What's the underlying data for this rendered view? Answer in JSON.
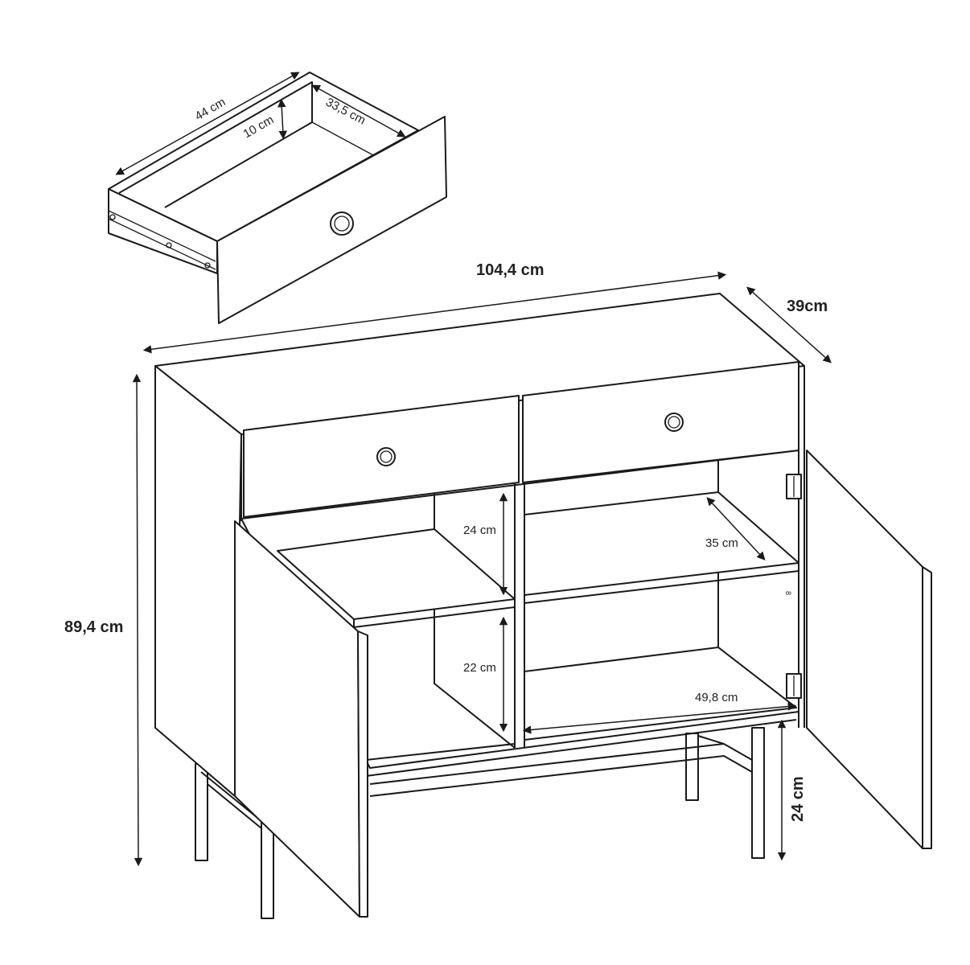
{
  "title": "Sideboard dimensions diagram",
  "drawer": {
    "length": "44 cm",
    "height": "10 cm",
    "width": "33,5 cm"
  },
  "cabinet": {
    "width": "104,4 cm",
    "depth": "39cm",
    "height": "89,4 cm",
    "upper_shelf_height": "24 cm",
    "lower_shelf_height": "22 cm",
    "shelf_depth": "35 cm",
    "inner_width": "49,8 cm",
    "leg_height": "24 cm",
    "door_mark": "8"
  }
}
